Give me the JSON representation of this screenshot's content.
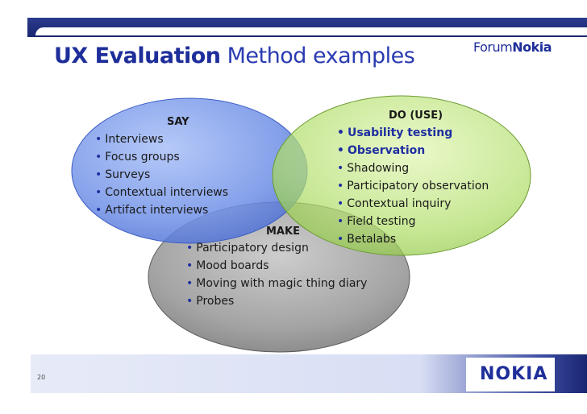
{
  "header": {
    "title_strong": "UX Evaluation",
    "title_rest": "Method examples",
    "logo_light": "Forum",
    "logo_bold": "Nokia"
  },
  "diagram": {
    "circles": [
      {
        "id": "say",
        "label": "SAY",
        "color": "#5b7fe0",
        "items": [
          {
            "text": "Interviews",
            "highlight": false
          },
          {
            "text": "Focus groups",
            "highlight": false
          },
          {
            "text": "Surveys",
            "highlight": false
          },
          {
            "text": "Contextual interviews",
            "highlight": false
          },
          {
            "text": "Artifact interviews",
            "highlight": false
          }
        ]
      },
      {
        "id": "do",
        "label": "DO (USE)",
        "color": "#a3d456",
        "items": [
          {
            "text": "Usability testing",
            "highlight": true
          },
          {
            "text": "Observation",
            "highlight": true
          },
          {
            "text": "Shadowing",
            "highlight": false
          },
          {
            "text": "Participatory observation",
            "highlight": false
          },
          {
            "text": "Contextual inquiry",
            "highlight": false
          },
          {
            "text": "Field testing",
            "highlight": false
          },
          {
            "text": "Betalabs",
            "highlight": false
          }
        ]
      },
      {
        "id": "make",
        "label": "MAKE",
        "color": "#8e8e8e",
        "items": [
          {
            "text": "Participatory design",
            "highlight": false
          },
          {
            "text": "Mood boards",
            "highlight": false
          },
          {
            "text": "Moving with magic thing diary",
            "highlight": false
          },
          {
            "text": "Probes",
            "highlight": false
          }
        ]
      }
    ]
  },
  "footer": {
    "page_number": "20",
    "brand": "NOKIA"
  }
}
